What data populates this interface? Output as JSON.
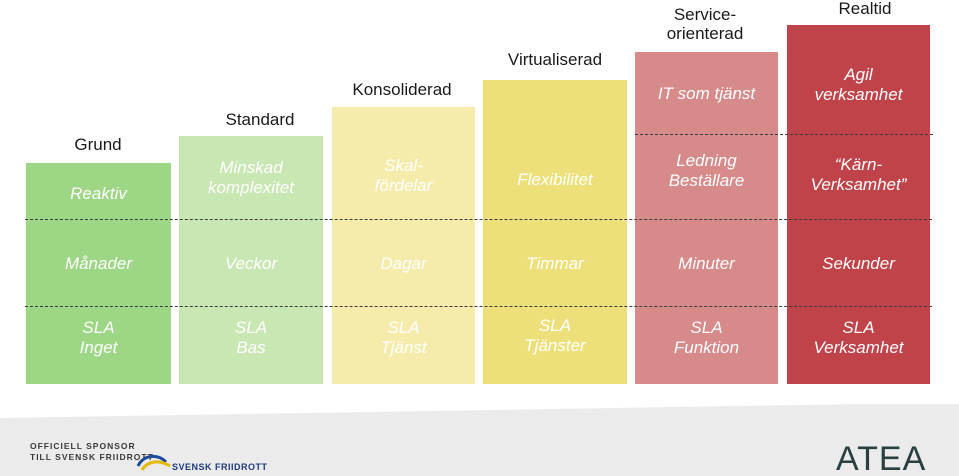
{
  "columns": [
    {
      "title": "Grund",
      "top_text": "Reaktiv",
      "mid_text": "Månader",
      "bottom_text": "SLA\nInget",
      "color": "#9dd785",
      "text_color": "#ffffff"
    },
    {
      "title": "Standard",
      "top_text": "Minskad\nkomplexitet",
      "mid_text": "Veckor",
      "bottom_text": "SLA\nBas",
      "color": "#c8e7b3",
      "text_color": "#ffffff"
    },
    {
      "title": "Konsoliderad",
      "top_text": "Skal-\nfördelar",
      "mid_text": "Dagar",
      "bottom_text": "SLA\nTjänst",
      "color": "#f5ecab",
      "text_color": "#ffffff"
    },
    {
      "title": "Virtualiserad",
      "top_text": "Flexibilitet",
      "mid_text": "Timmar",
      "bottom_text": "SLA\nTjänster",
      "color": "#ede07a",
      "text_color": "#ffffff"
    },
    {
      "title": "Service-\norienterad",
      "top_text_upper": "IT som tjänst",
      "top_text": "Ledning\nBeställare",
      "mid_text": "Minuter",
      "bottom_text": "SLA\nFunktion",
      "color": "#d68a8a",
      "text_color": "#ffffff"
    },
    {
      "title": "Realtid",
      "top_text_upper": "Agil\nverksamhet",
      "top_text": "“Kärn-\nVerksamhet”",
      "mid_text": "Sekunder",
      "bottom_text": "SLA\nVerksamhet",
      "color": "#c0434a",
      "text_color": "#ffffff"
    }
  ],
  "footer": {
    "sponsor_line1": "OFFICIELL SPONSOR",
    "sponsor_line2": "TILL SVENSK FRIIDROTT",
    "federation": "SVENSK FRIIDROTT",
    "brand": "ATEA"
  }
}
